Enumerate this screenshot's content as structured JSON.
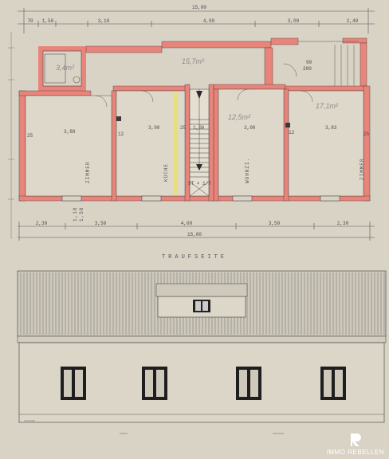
{
  "top_dims": [
    "70",
    "1,50",
    "3,10",
    "4,00",
    "3,00",
    "2,40"
  ],
  "overall_top": "15,00",
  "overall_bottom": "15,00",
  "bottom_dims": [
    "2,30",
    "3,50",
    "4,00",
    "3,50",
    "2,30"
  ],
  "room_widths": [
    "3,88",
    "3,00",
    "1,00",
    "3,00",
    "3,83"
  ],
  "areas": {
    "bath": "3,4m²",
    "hall": "15,7m²",
    "living": "12,5m²",
    "bedroom": "17,1m²"
  },
  "room_names": {
    "room_left": "ZIMMER",
    "kitchen": "KÜCHE",
    "living": "WOHNZI.",
    "room_right": "ZIMMER"
  },
  "stair": "ST × 1/7",
  "doors": [
    "90",
    "200"
  ],
  "window_marks": [
    "1,10",
    "1,50"
  ],
  "elevation_title": "TRAUFSEITE",
  "wall_marks": [
    "25",
    "12",
    "25",
    "12",
    "25"
  ],
  "brand": {
    "name": "IMMO REBELLEN"
  },
  "colors": {
    "wall": "#e9847a",
    "paper": "#d9d3c6",
    "ink": "#3a3a3a"
  }
}
